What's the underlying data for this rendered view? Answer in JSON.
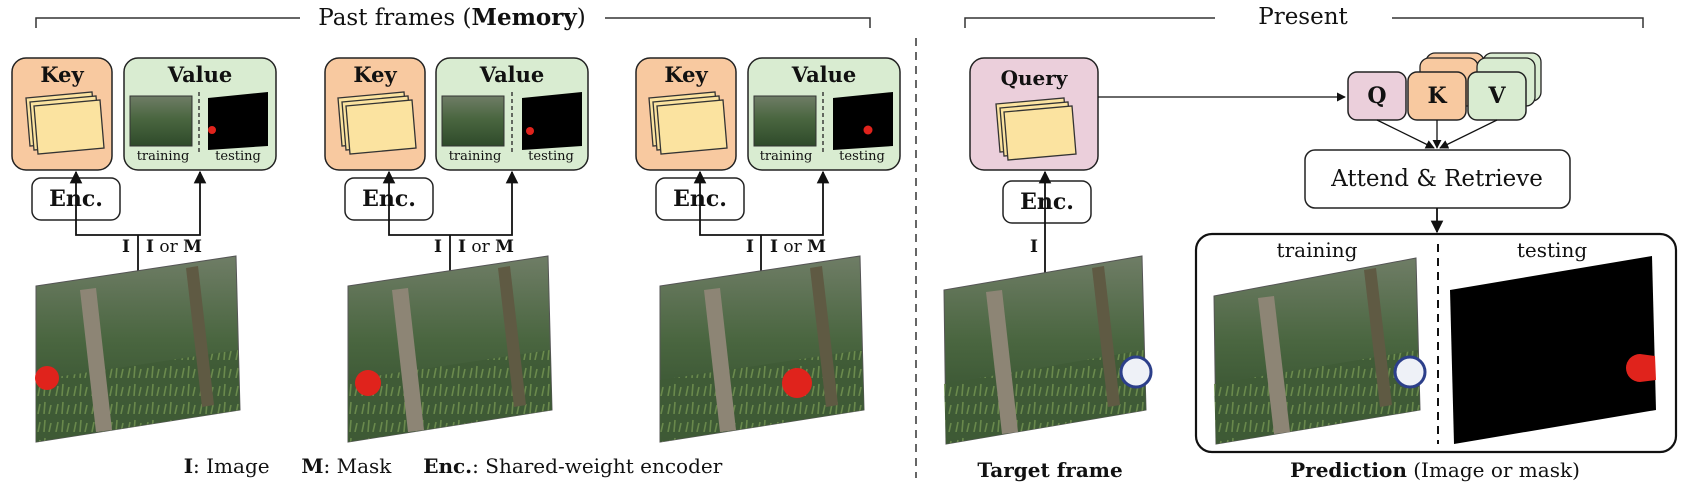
{
  "sections": {
    "past": {
      "prefix": "Past frames (",
      "bold": "Memory",
      "suffix": ")"
    },
    "present": "Present"
  },
  "memory_blocks": [
    {
      "key": "Key",
      "value": "Value",
      "enc": "Enc.",
      "train": "training",
      "test": "testing",
      "in_i": "I",
      "in_or_bold": "I",
      "in_or_text": "or",
      "in_m": "M"
    },
    {
      "key": "Key",
      "value": "Value",
      "enc": "Enc.",
      "train": "training",
      "test": "testing",
      "in_i": "I",
      "in_or_bold": "I",
      "in_or_text": "or",
      "in_m": "M"
    },
    {
      "key": "Key",
      "value": "Value",
      "enc": "Enc.",
      "train": "training",
      "test": "testing",
      "in_i": "I",
      "in_or_bold": "I",
      "in_or_text": "or",
      "in_m": "M"
    }
  ],
  "legend": {
    "i_key": "I",
    "i_desc": ": Image",
    "m_key": "M",
    "m_desc": ": Mask",
    "enc_key": "Enc.",
    "enc_desc": ": Shared-weight encoder"
  },
  "present": {
    "query": "Query",
    "enc": "Enc.",
    "input": "I",
    "target_label": "Target frame",
    "q": "Q",
    "k": "K",
    "v": "V",
    "attend": "Attend & Retrieve",
    "train": "training",
    "test": "testing",
    "prediction_bold": "Prediction",
    "prediction_rest": " (Image or mask)"
  },
  "colors": {
    "key": "#f8c9a0",
    "value": "#d9ecd1",
    "query": "#ebcfdb",
    "card": "#fbe3a0",
    "ball": "#e0231c"
  }
}
